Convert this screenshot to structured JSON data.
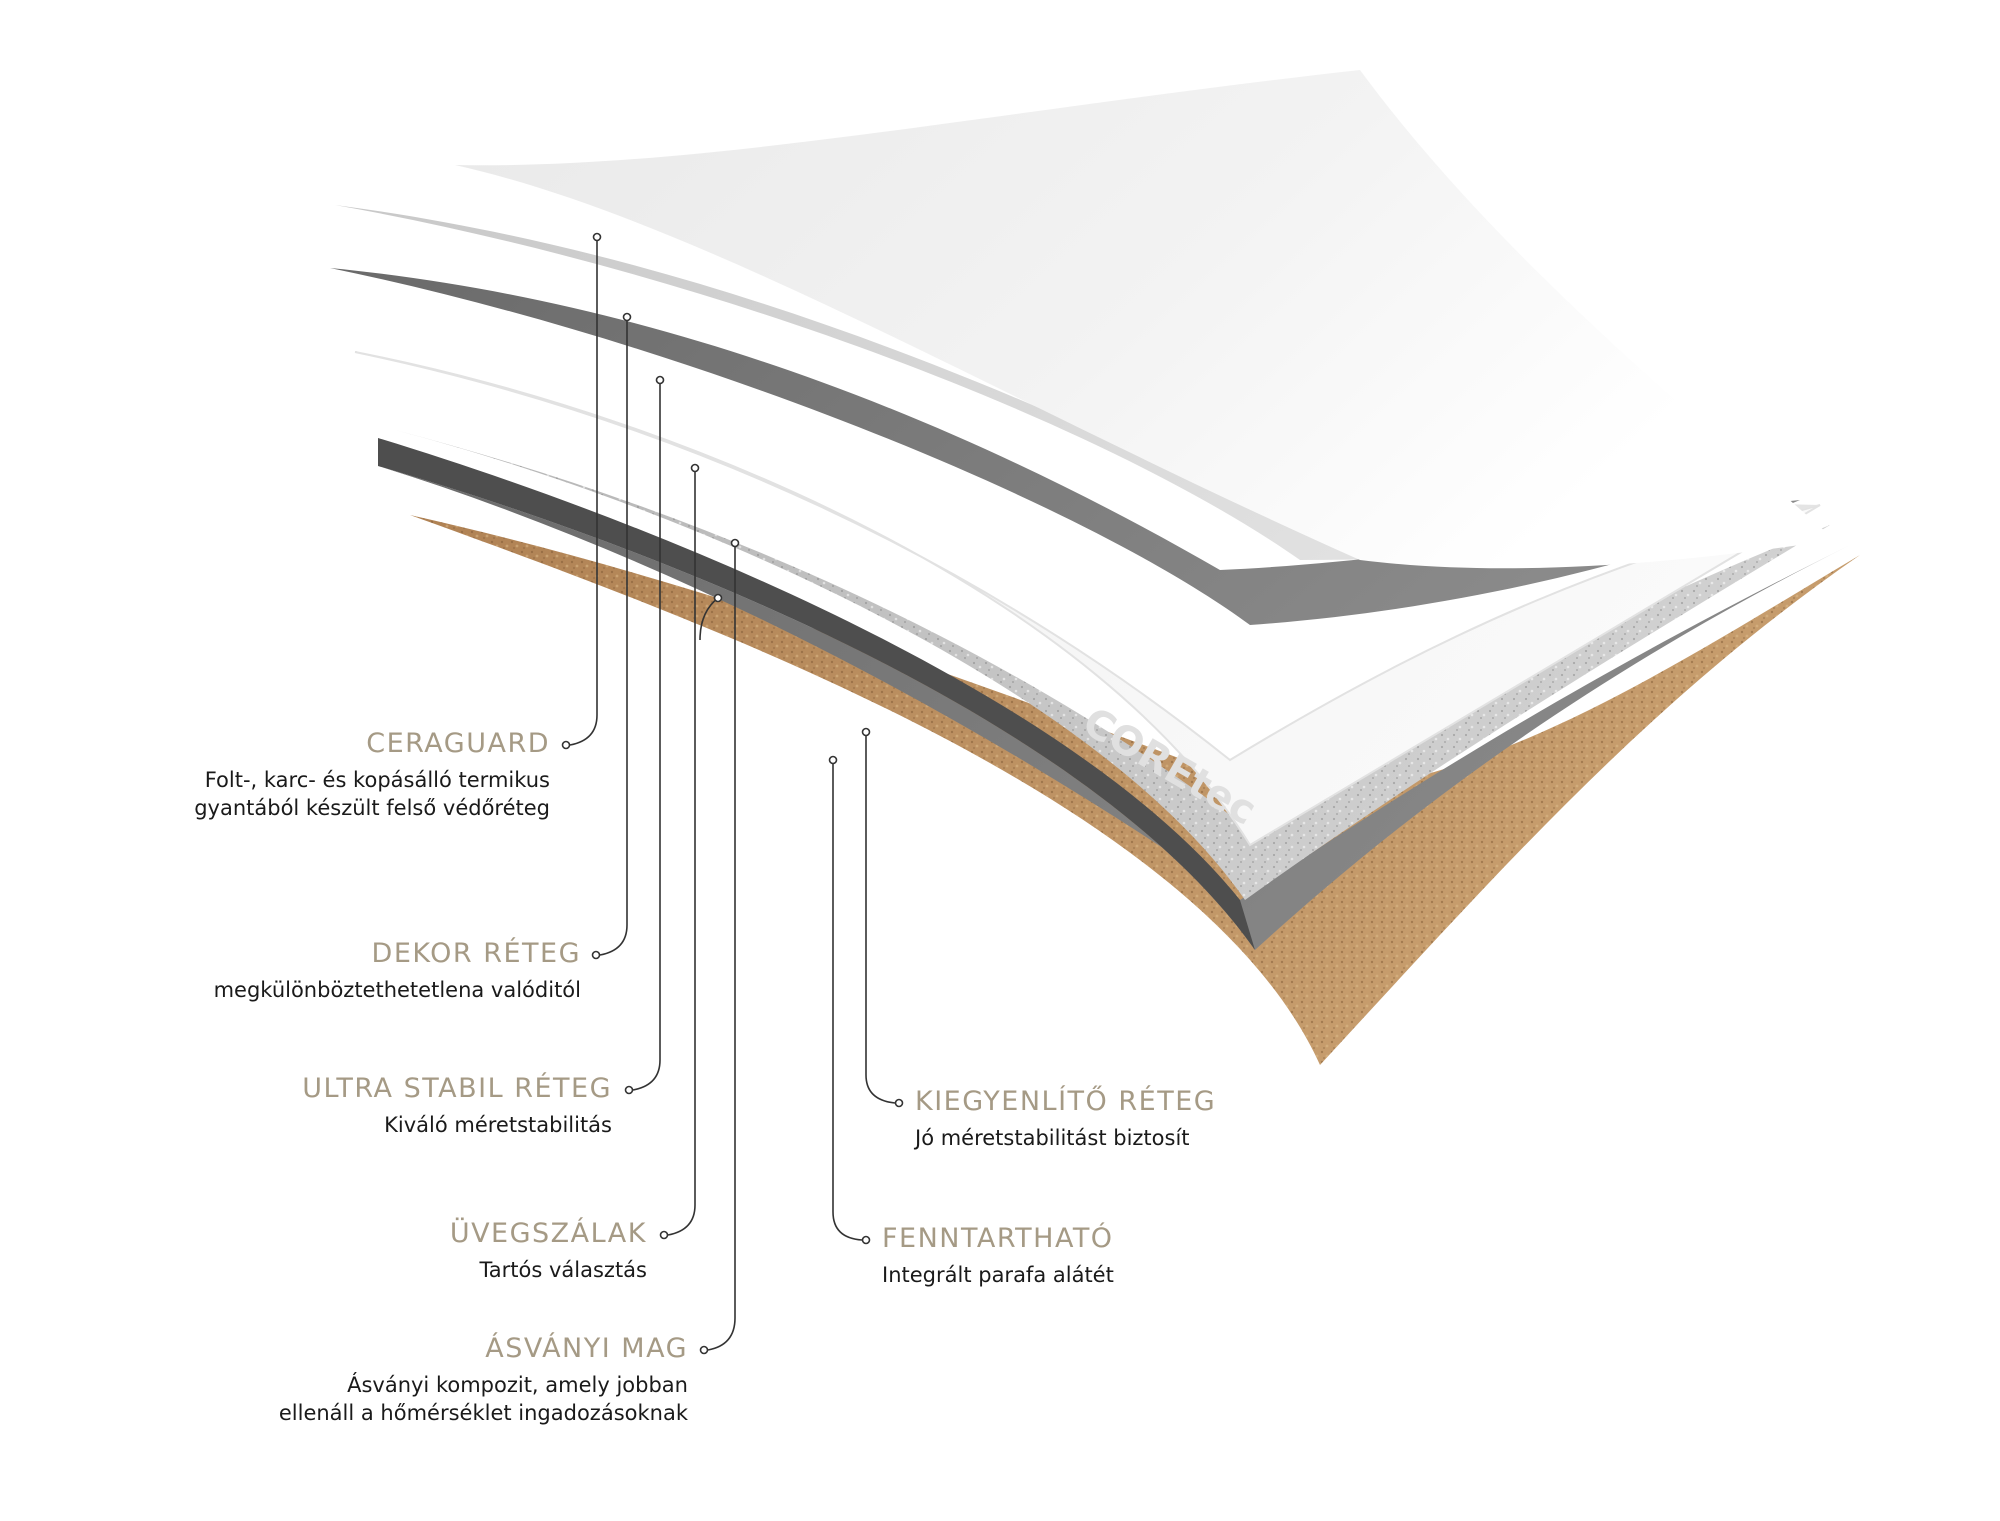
{
  "brand_mark": "COREtec",
  "colors": {
    "title": "#a59a85",
    "text": "#1a1a1a",
    "leader": "#333333",
    "cork": "#b78c5c",
    "mineral_core": "#9a9a9a",
    "dark_layer": "#6f6f6f"
  },
  "layers": [
    {
      "id": "ceraguard",
      "title": "CERAGUARD",
      "desc": [
        "Folt-, karc- és kopásálló termikus",
        "gyantából készült felső védőréteg"
      ]
    },
    {
      "id": "dekor",
      "title": "DEKOR RÉTEG",
      "desc": [
        "megkülönböztethetetlena valóditól"
      ]
    },
    {
      "id": "ultra",
      "title": "ULTRA STABIL RÉTEG",
      "desc": [
        "Kiváló méretstabilitás"
      ]
    },
    {
      "id": "uveg",
      "title": "ÜVEGSZÁLAK",
      "desc": [
        "Tartós választás"
      ]
    },
    {
      "id": "asvanyi",
      "title": "ÁSVÁNYI MAG",
      "desc": [
        "Ásványi kompozit, amely jobban",
        "ellenáll a hőmérséklet ingadozásoknak"
      ]
    },
    {
      "id": "kiegyenlito",
      "title": "KIEGYENLÍTŐ RÉTEG",
      "desc": [
        "Jó méretstabilitást biztosít"
      ]
    },
    {
      "id": "fenntarthato",
      "title": "FENNTARTHATÓ",
      "desc": [
        "Integrált parafa alátét"
      ]
    }
  ]
}
